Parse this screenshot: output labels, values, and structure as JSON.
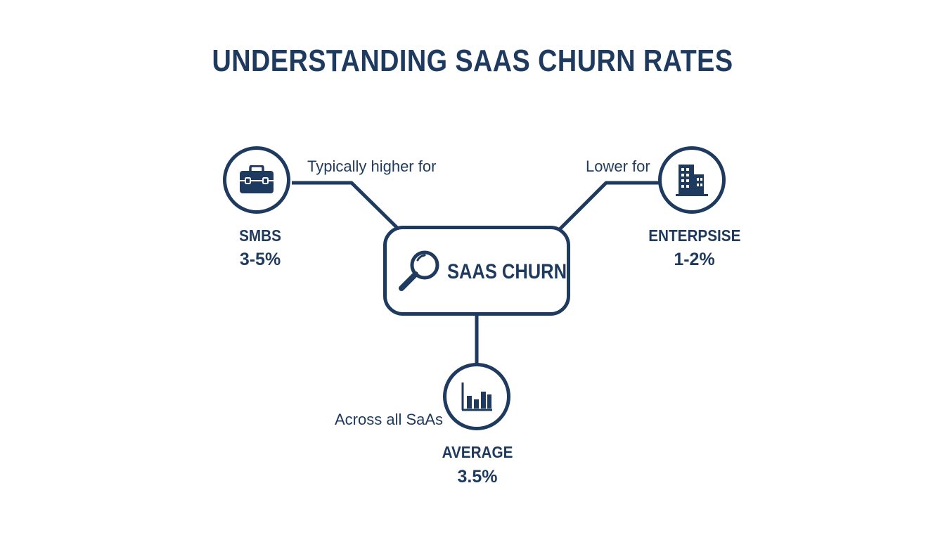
{
  "title": "UNDERSTANDING SAAS CHURN RATES",
  "center": {
    "label": "SAAS CHURN",
    "icon": "magnifying-glass-icon"
  },
  "nodes": {
    "smbs": {
      "connector_label": "Typically higher for",
      "name": "SMBS",
      "value": "3-5%",
      "icon": "briefcase-icon"
    },
    "enterprise": {
      "connector_label": "Lower for",
      "name": "ENTERPSISE",
      "value": "1-2%",
      "icon": "office-building-icon"
    },
    "average": {
      "connector_label": "Across all SaAs",
      "name": "AVERAGE",
      "value": "3.5%",
      "icon": "bar-chart-icon"
    }
  },
  "colors": {
    "primary": "#1f3a5f",
    "background": "#ffffff"
  }
}
